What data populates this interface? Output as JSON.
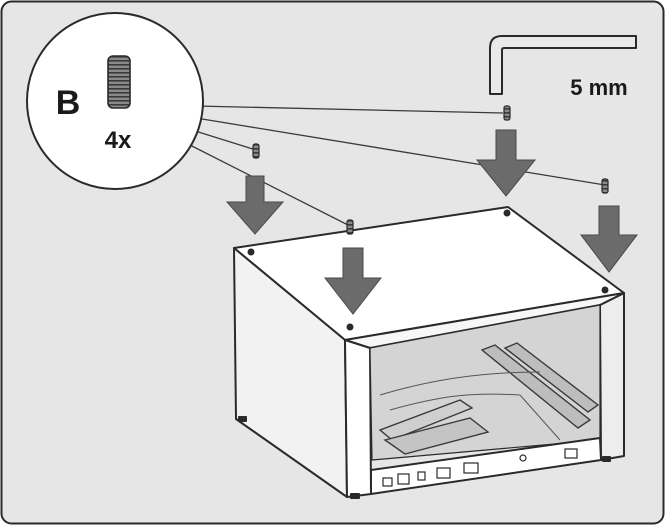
{
  "part_callout": {
    "letter": "B",
    "quantity": "4x",
    "part_icon": "threaded-stud-icon"
  },
  "tool": {
    "size_label": "5 mm",
    "tool_icon": "hex-key-icon"
  },
  "colors": {
    "background": "#e6e6e6",
    "outline": "#2a2a2a",
    "arrow": "#6b6b6b",
    "panel": "#ffffff"
  }
}
